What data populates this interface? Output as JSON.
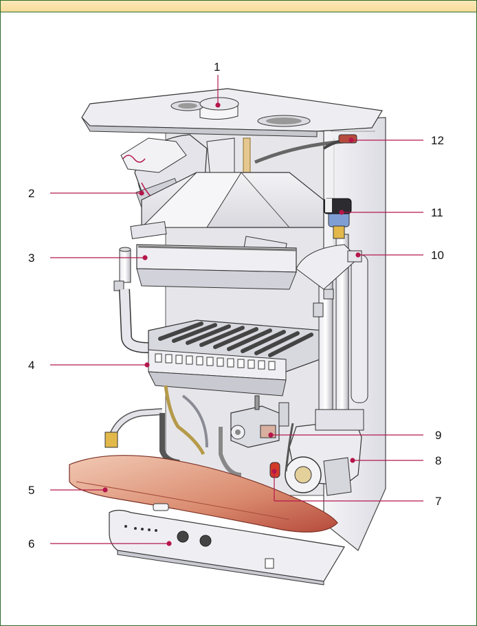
{
  "callouts": [
    {
      "id": "callout-1",
      "number": "1"
    },
    {
      "id": "callout-2",
      "number": "2"
    },
    {
      "id": "callout-3",
      "number": "3"
    },
    {
      "id": "callout-4",
      "number": "4"
    },
    {
      "id": "callout-5",
      "number": "5"
    },
    {
      "id": "callout-6",
      "number": "6"
    },
    {
      "id": "callout-7",
      "number": "7"
    },
    {
      "id": "callout-8",
      "number": "8"
    },
    {
      "id": "callout-9",
      "number": "9"
    },
    {
      "id": "callout-10",
      "number": "10"
    },
    {
      "id": "callout-11",
      "number": "11"
    },
    {
      "id": "callout-12",
      "number": "12"
    }
  ],
  "colors": {
    "frame": "#2e6b2a",
    "leader_line": "#b5174a",
    "casing": "#ececf0",
    "burner": "#d98a6e"
  }
}
